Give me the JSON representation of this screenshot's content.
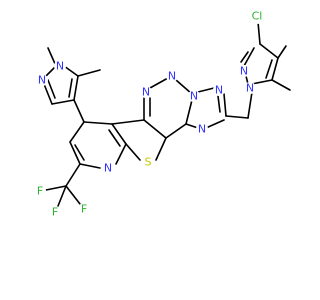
{
  "structure": {
    "colors": {
      "carbon": "#000000",
      "nitrogen": "#3333ff",
      "sulfur": "#c6c600",
      "chlorine": "#2db32d",
      "fluorine": "#2db32d"
    },
    "atom_labels": [
      {
        "id": "n1",
        "text": "N",
        "element": "nitrogen"
      },
      {
        "id": "n2",
        "text": "N",
        "element": "nitrogen"
      },
      {
        "id": "n3",
        "text": "N",
        "element": "nitrogen"
      },
      {
        "id": "n4",
        "text": "N",
        "element": "nitrogen"
      },
      {
        "id": "n5",
        "text": "N",
        "element": "nitrogen"
      },
      {
        "id": "n6",
        "text": "N",
        "element": "nitrogen"
      },
      {
        "id": "n7",
        "text": "N",
        "element": "nitrogen"
      },
      {
        "id": "n8",
        "text": "N",
        "element": "nitrogen"
      },
      {
        "id": "n9",
        "text": "N",
        "element": "nitrogen"
      },
      {
        "id": "n10",
        "text": "N",
        "element": "nitrogen"
      },
      {
        "id": "s1",
        "text": "S",
        "element": "sulfur"
      },
      {
        "id": "cl1",
        "text": "Cl",
        "element": "chlorine"
      },
      {
        "id": "f1",
        "text": "F",
        "element": "fluorine"
      },
      {
        "id": "f2",
        "text": "F",
        "element": "fluorine"
      },
      {
        "id": "f3",
        "text": "F",
        "element": "fluorine"
      }
    ]
  }
}
